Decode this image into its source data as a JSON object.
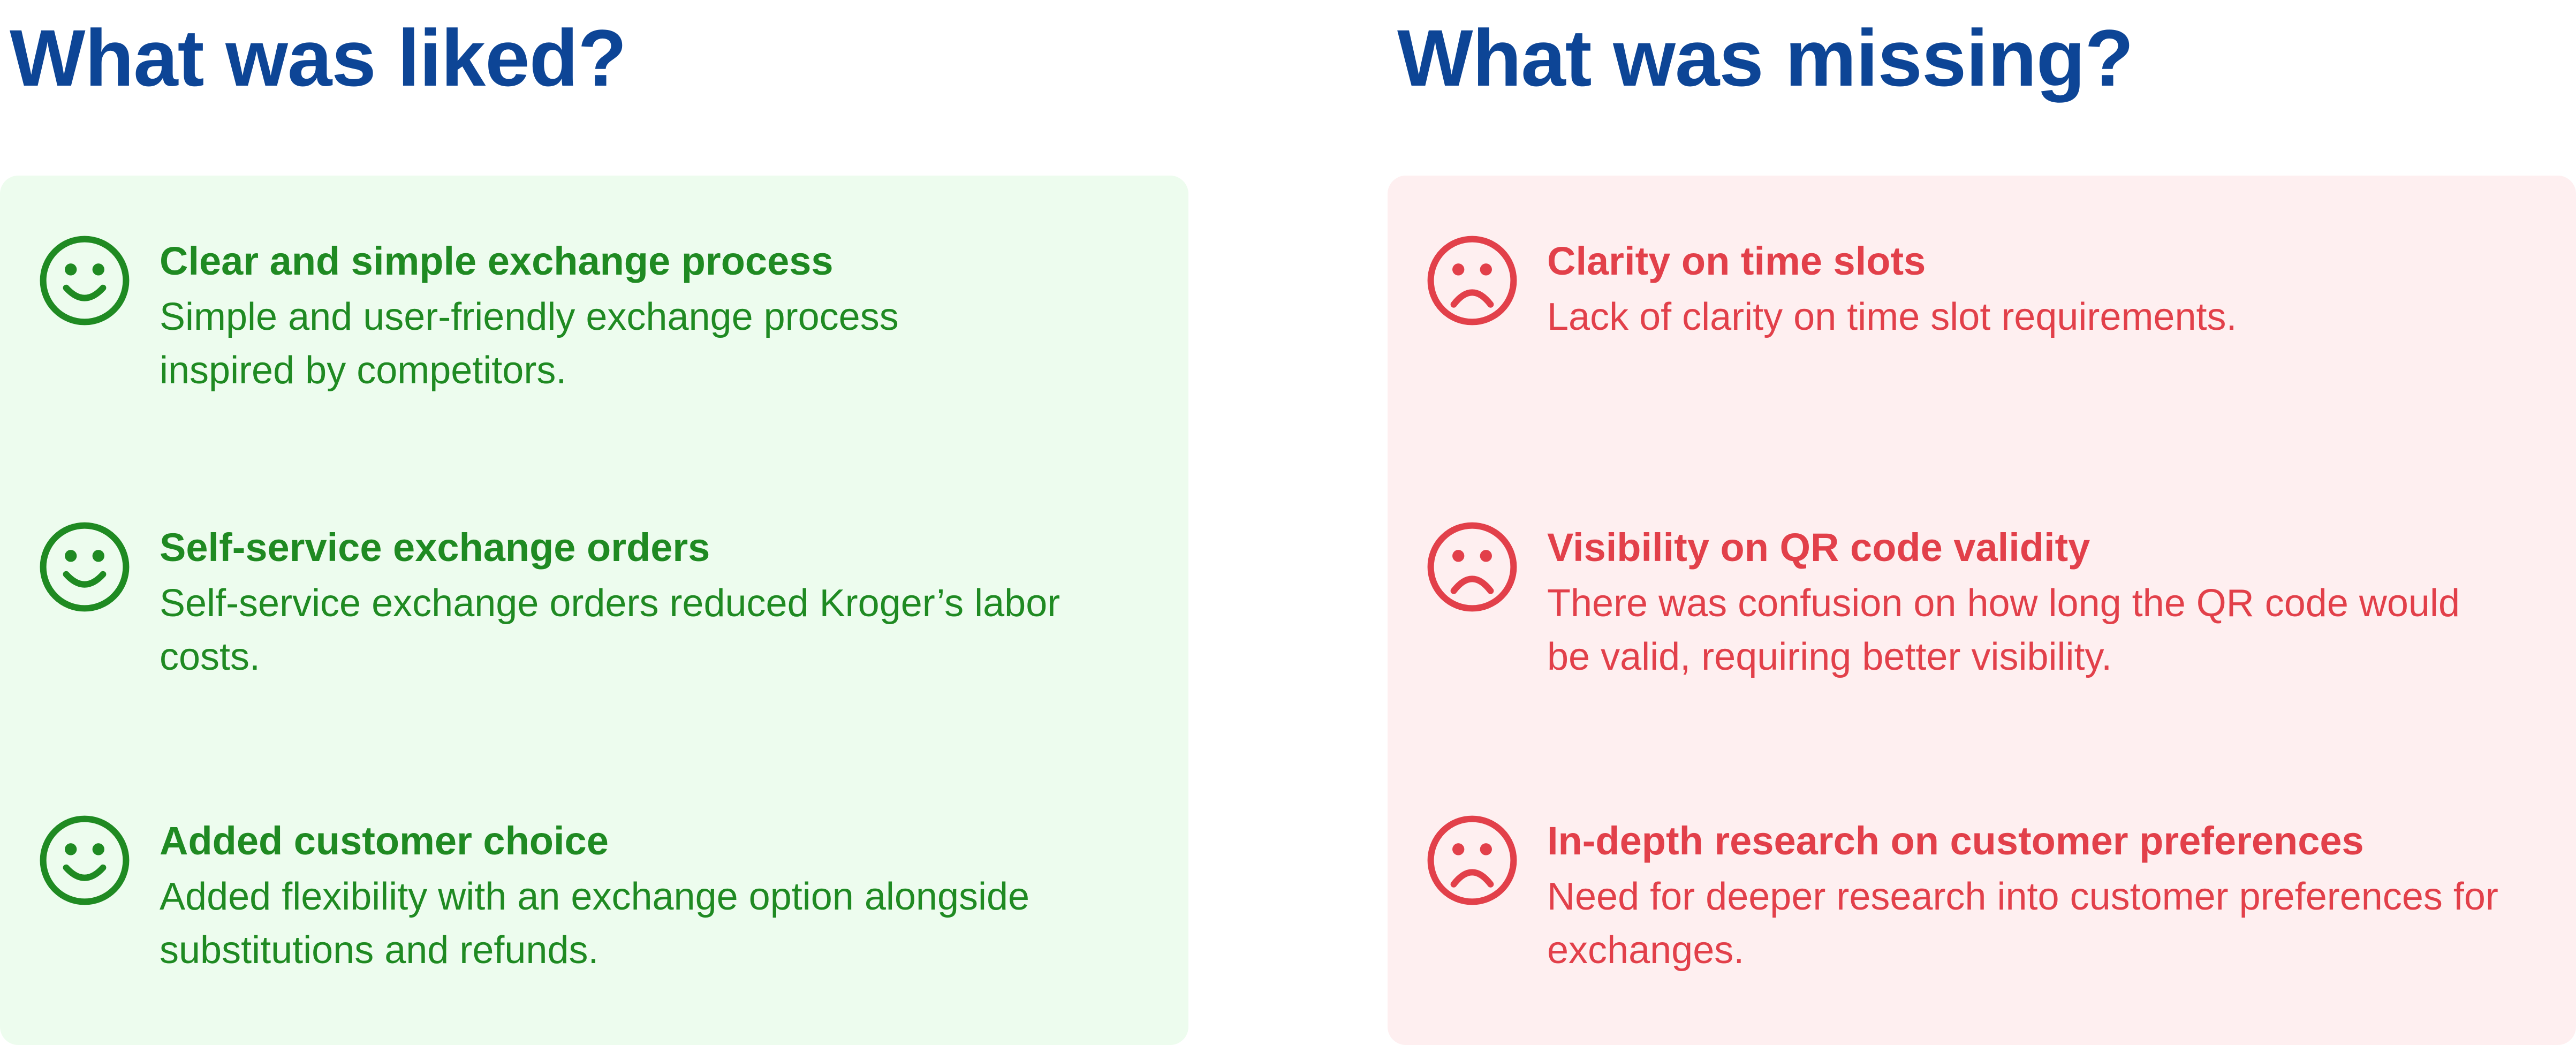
{
  "colors": {
    "heading": "#0d4596",
    "liked_accent": "#1f8a22",
    "liked_background": "#edfcee",
    "missing_accent": "#e2404a",
    "missing_background": "#feeff0"
  },
  "liked": {
    "heading": "What was liked?",
    "icon": "smiley-face-icon",
    "items": [
      {
        "title": "Clear and simple exchange process",
        "description": "Simple and user-friendly exchange process inspired by competitors."
      },
      {
        "title": "Self-service exchange orders",
        "description": "Self-service exchange orders reduced Kroger’s labor costs."
      },
      {
        "title": "Added customer choice",
        "description": "Added flexibility with an exchange option alongside substitutions and refunds."
      }
    ]
  },
  "missing": {
    "heading": "What was missing?",
    "icon": "sad-face-icon",
    "items": [
      {
        "title": "Clarity on time slots",
        "description": "Lack of clarity on time slot requirements."
      },
      {
        "title": "Visibility on QR code validity",
        "description": "There was confusion on how long the QR code would be valid, requiring better visibility."
      },
      {
        "title": "In-depth research on customer preferences",
        "description": "Need for deeper research into customer preferences for exchanges."
      }
    ]
  }
}
